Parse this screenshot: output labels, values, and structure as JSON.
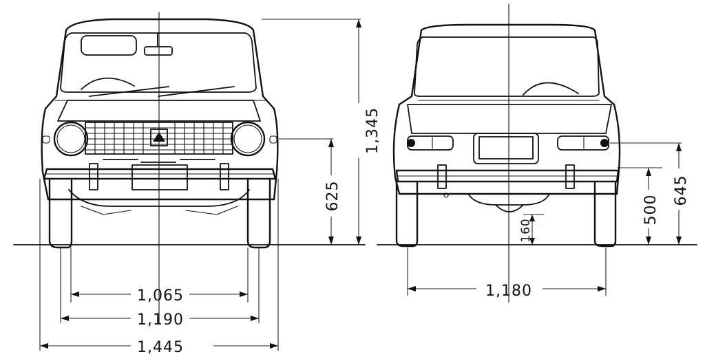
{
  "dimensions": {
    "front_height": "1,345",
    "front_headlight_height": "625",
    "front_track": "1,065",
    "front_wheel_outer": "1,190",
    "front_overall_width": "1,445",
    "rear_track": "1,180",
    "rear_clearance": "160",
    "rear_bumper_height": "500",
    "rear_lamp_height": "645"
  },
  "colors": {
    "ink": "#111111",
    "paper": "#ffffff"
  }
}
